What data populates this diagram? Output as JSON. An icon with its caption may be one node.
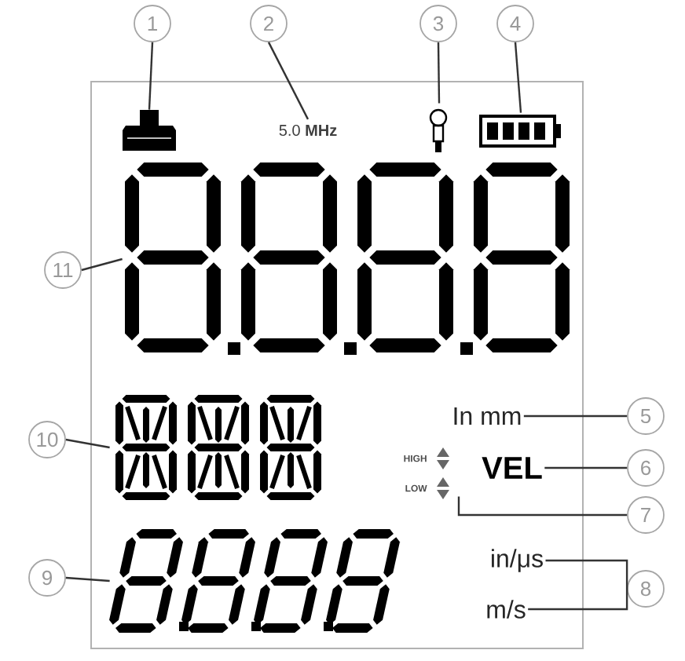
{
  "diagram": {
    "nodes": [
      {
        "text": [
          "1"
        ]
      },
      {
        "text": [
          "2"
        ]
      },
      {
        "text": [
          "3"
        ]
      },
      {
        "text": [
          "4"
        ]
      },
      {
        "text": [],
        "shape": "picture"
      },
      {
        "text": [
          "5.0 **MHz**"
        ]
      },
      {
        "text": [],
        "shape": "picture"
      },
      {
        "text": [],
        "shape": "picture"
      },
      {
        "text": [
          "11"
        ]
      },
      {
        "text": [],
        "shape": "picture"
      },
      {
        "text": [
          "In mm"
        ]
      },
      {
        "text": [
          "5"
        ]
      },
      {
        "text": [
          "10"
        ]
      },
      {
        "text": [],
        "shape": "picture"
      },
      {
        "text": [
          "HIGH",
          "LOW"
        ]
      },
      {
        "text": [
          "VEL"
        ]
      },
      {
        "text": [
          "6"
        ]
      },
      {
        "text": [
          "7"
        ]
      },
      {
        "text": [
          "9"
        ]
      },
      {
        "text": [],
        "shape": "picture"
      },
      {
        "text": [
          "in/μs"
        ]
      },
      {
        "text": [
          "m/s"
        ]
      },
      {
        "text": [
          "8"
        ]
      }
    ],
    "edges": [
      {
        "from": 0,
        "to": 4,
        "arrow": "none"
      },
      {
        "from": 1,
        "to": 5,
        "arrow": "none"
      },
      {
        "from": 2,
        "to": 6,
        "arrow": "none"
      },
      {
        "from": 3,
        "to": 7,
        "arrow": "none"
      },
      {
        "from": 8,
        "to": 9,
        "arrow": "none"
      },
      {
        "from": 11,
        "to": 10,
        "arrow": "none"
      },
      {
        "from": 12,
        "to": 13,
        "arrow": "none"
      },
      {
        "from": 16,
        "to": 15,
        "arrow": "none"
      },
      {
        "from": 17,
        "to": 14,
        "arrow": "none"
      },
      {
        "from": 18,
        "to": 19,
        "arrow": "none"
      },
      {
        "from": 22,
        "to": 20,
        "arrow": "none"
      },
      {
        "from": 22,
        "to": 21,
        "arrow": "none"
      }
    ]
  }
}
